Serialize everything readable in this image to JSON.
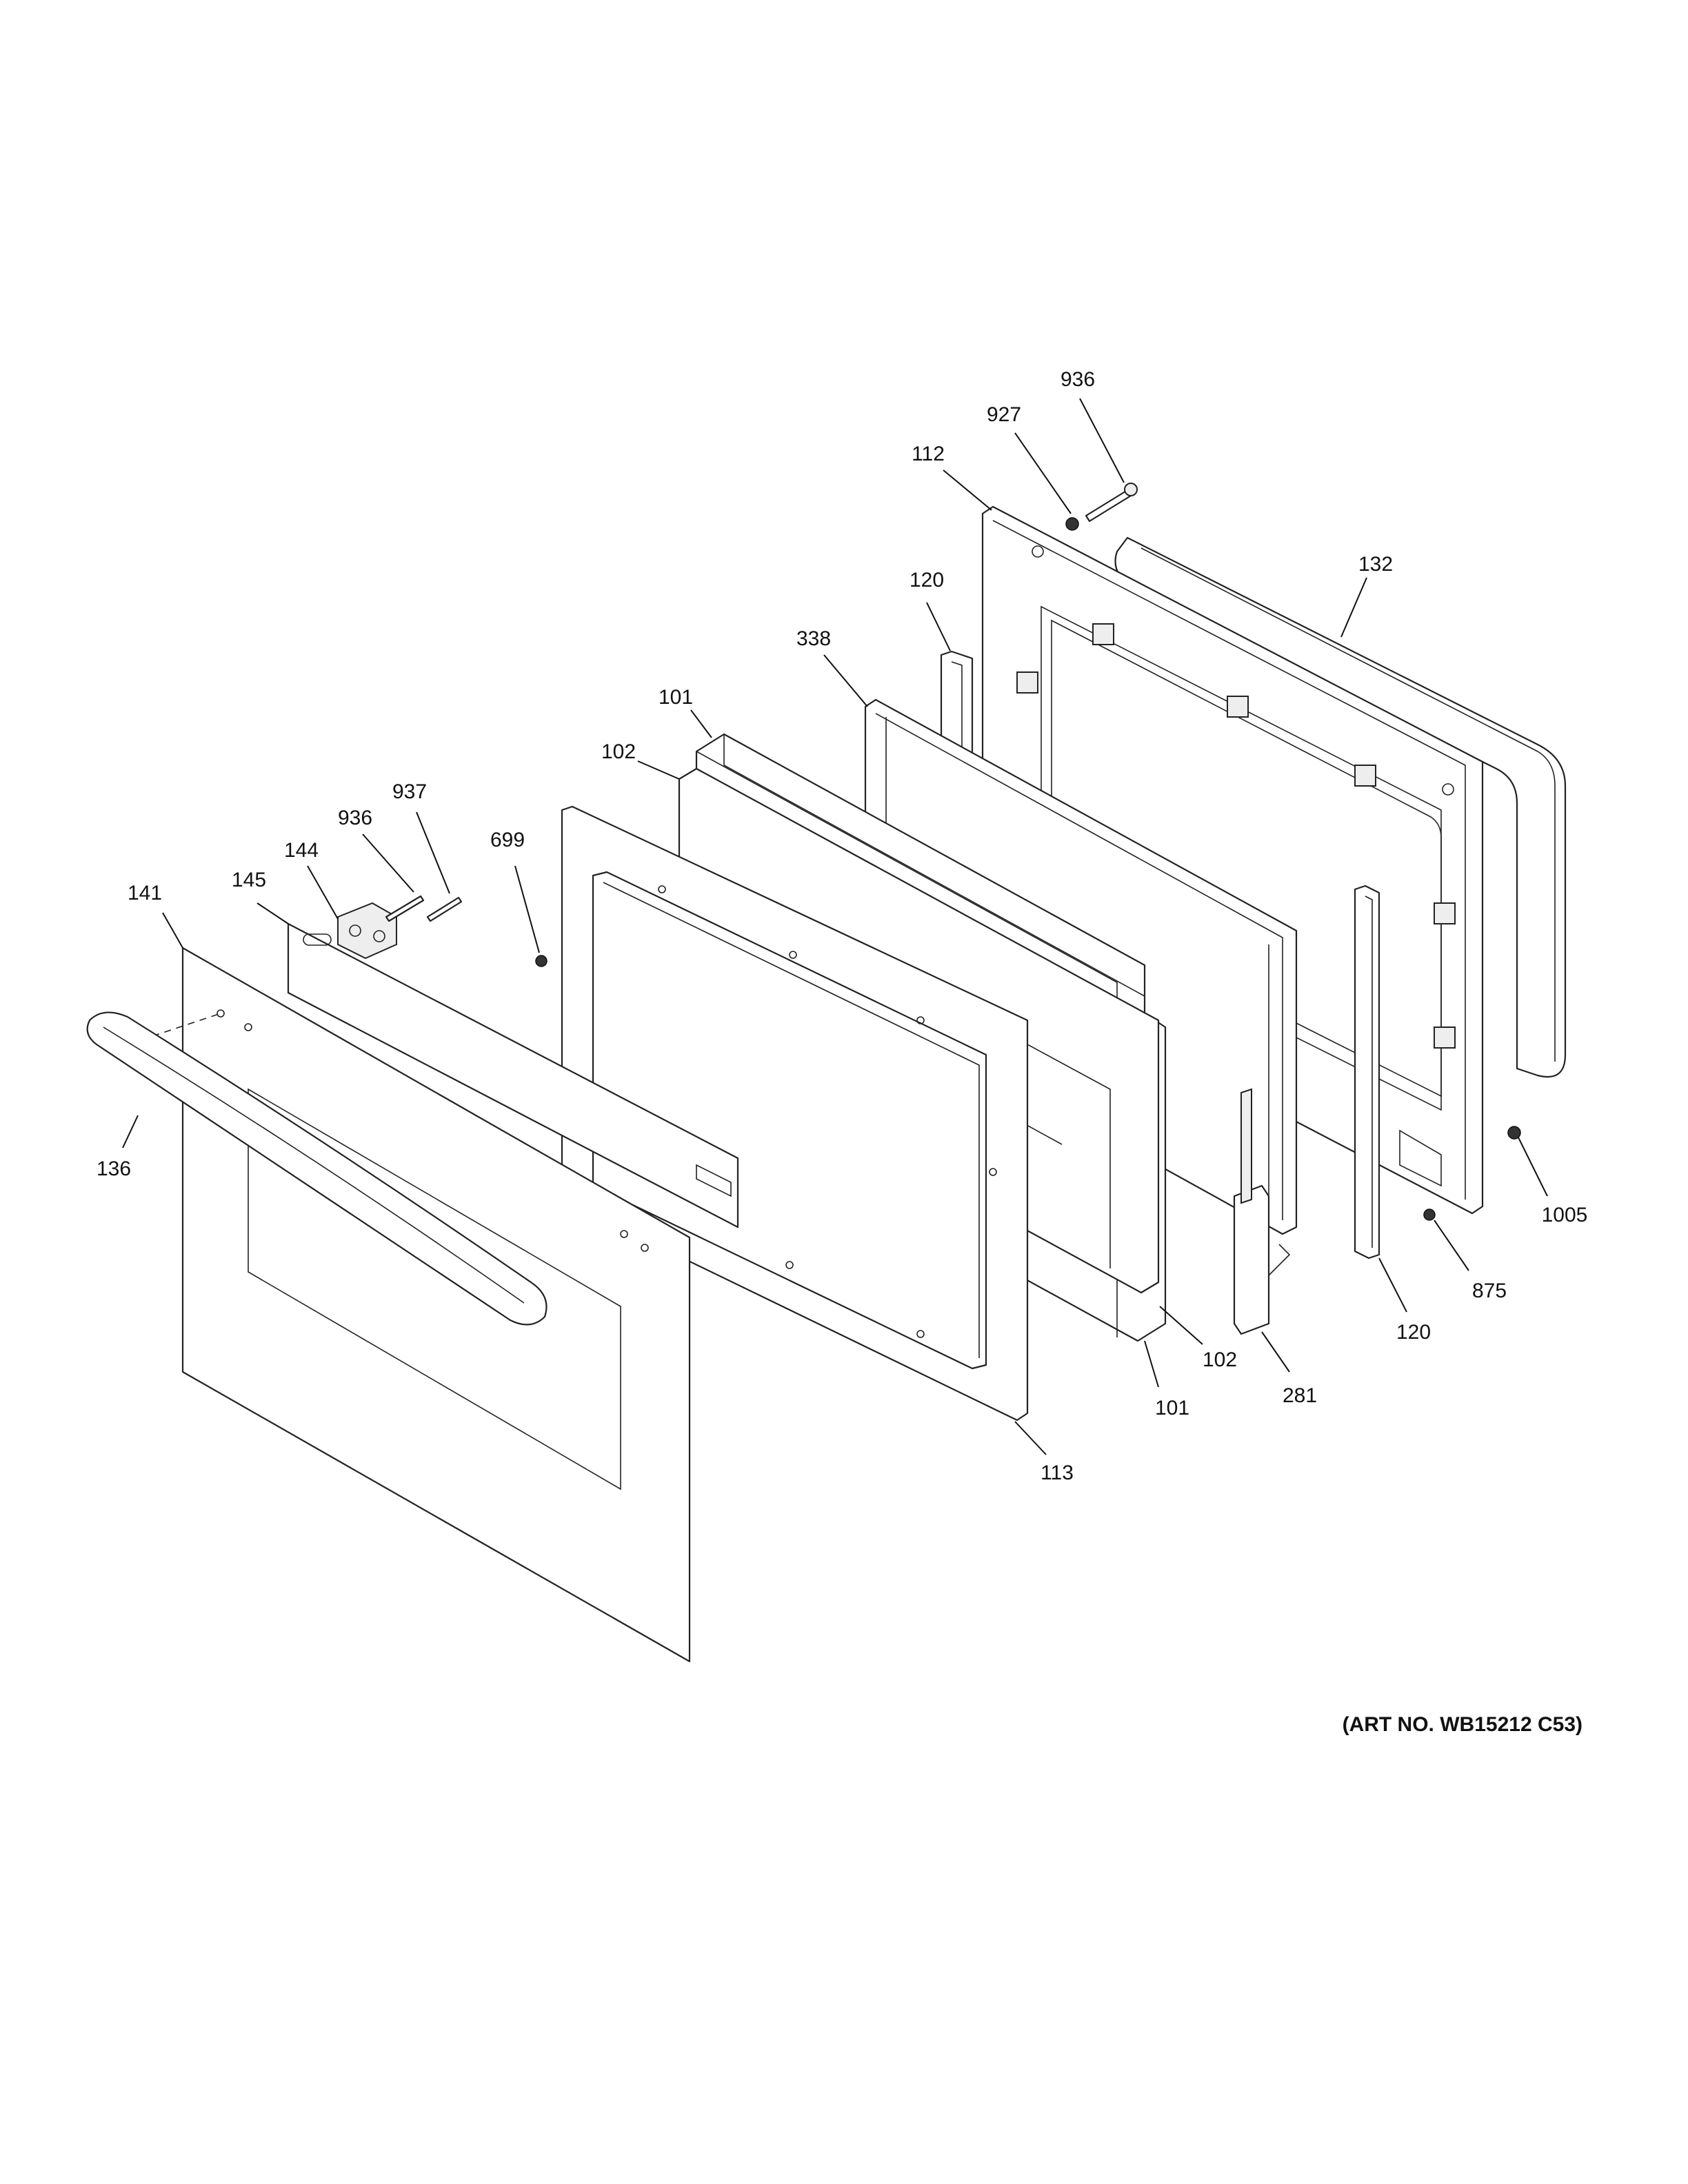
{
  "callouts": [
    {
      "id": "c936a",
      "label": "936"
    },
    {
      "id": "c927",
      "label": "927"
    },
    {
      "id": "c112",
      "label": "112"
    },
    {
      "id": "c132",
      "label": "132"
    },
    {
      "id": "c120a",
      "label": "120"
    },
    {
      "id": "c338",
      "label": "338"
    },
    {
      "id": "c101a",
      "label": "101"
    },
    {
      "id": "c102a",
      "label": "102"
    },
    {
      "id": "c937",
      "label": "937"
    },
    {
      "id": "c936b",
      "label": "936"
    },
    {
      "id": "c144",
      "label": "144"
    },
    {
      "id": "c699",
      "label": "699"
    },
    {
      "id": "c145",
      "label": "145"
    },
    {
      "id": "c141",
      "label": "141"
    },
    {
      "id": "c136",
      "label": "136"
    },
    {
      "id": "c1005",
      "label": "1005"
    },
    {
      "id": "c875",
      "label": "875"
    },
    {
      "id": "c120b",
      "label": "120"
    },
    {
      "id": "c102b",
      "label": "102"
    },
    {
      "id": "c281",
      "label": "281"
    },
    {
      "id": "c101b",
      "label": "101"
    },
    {
      "id": "c113",
      "label": "113"
    }
  ],
  "art_number": "(ART NO. WB15212 C53)"
}
